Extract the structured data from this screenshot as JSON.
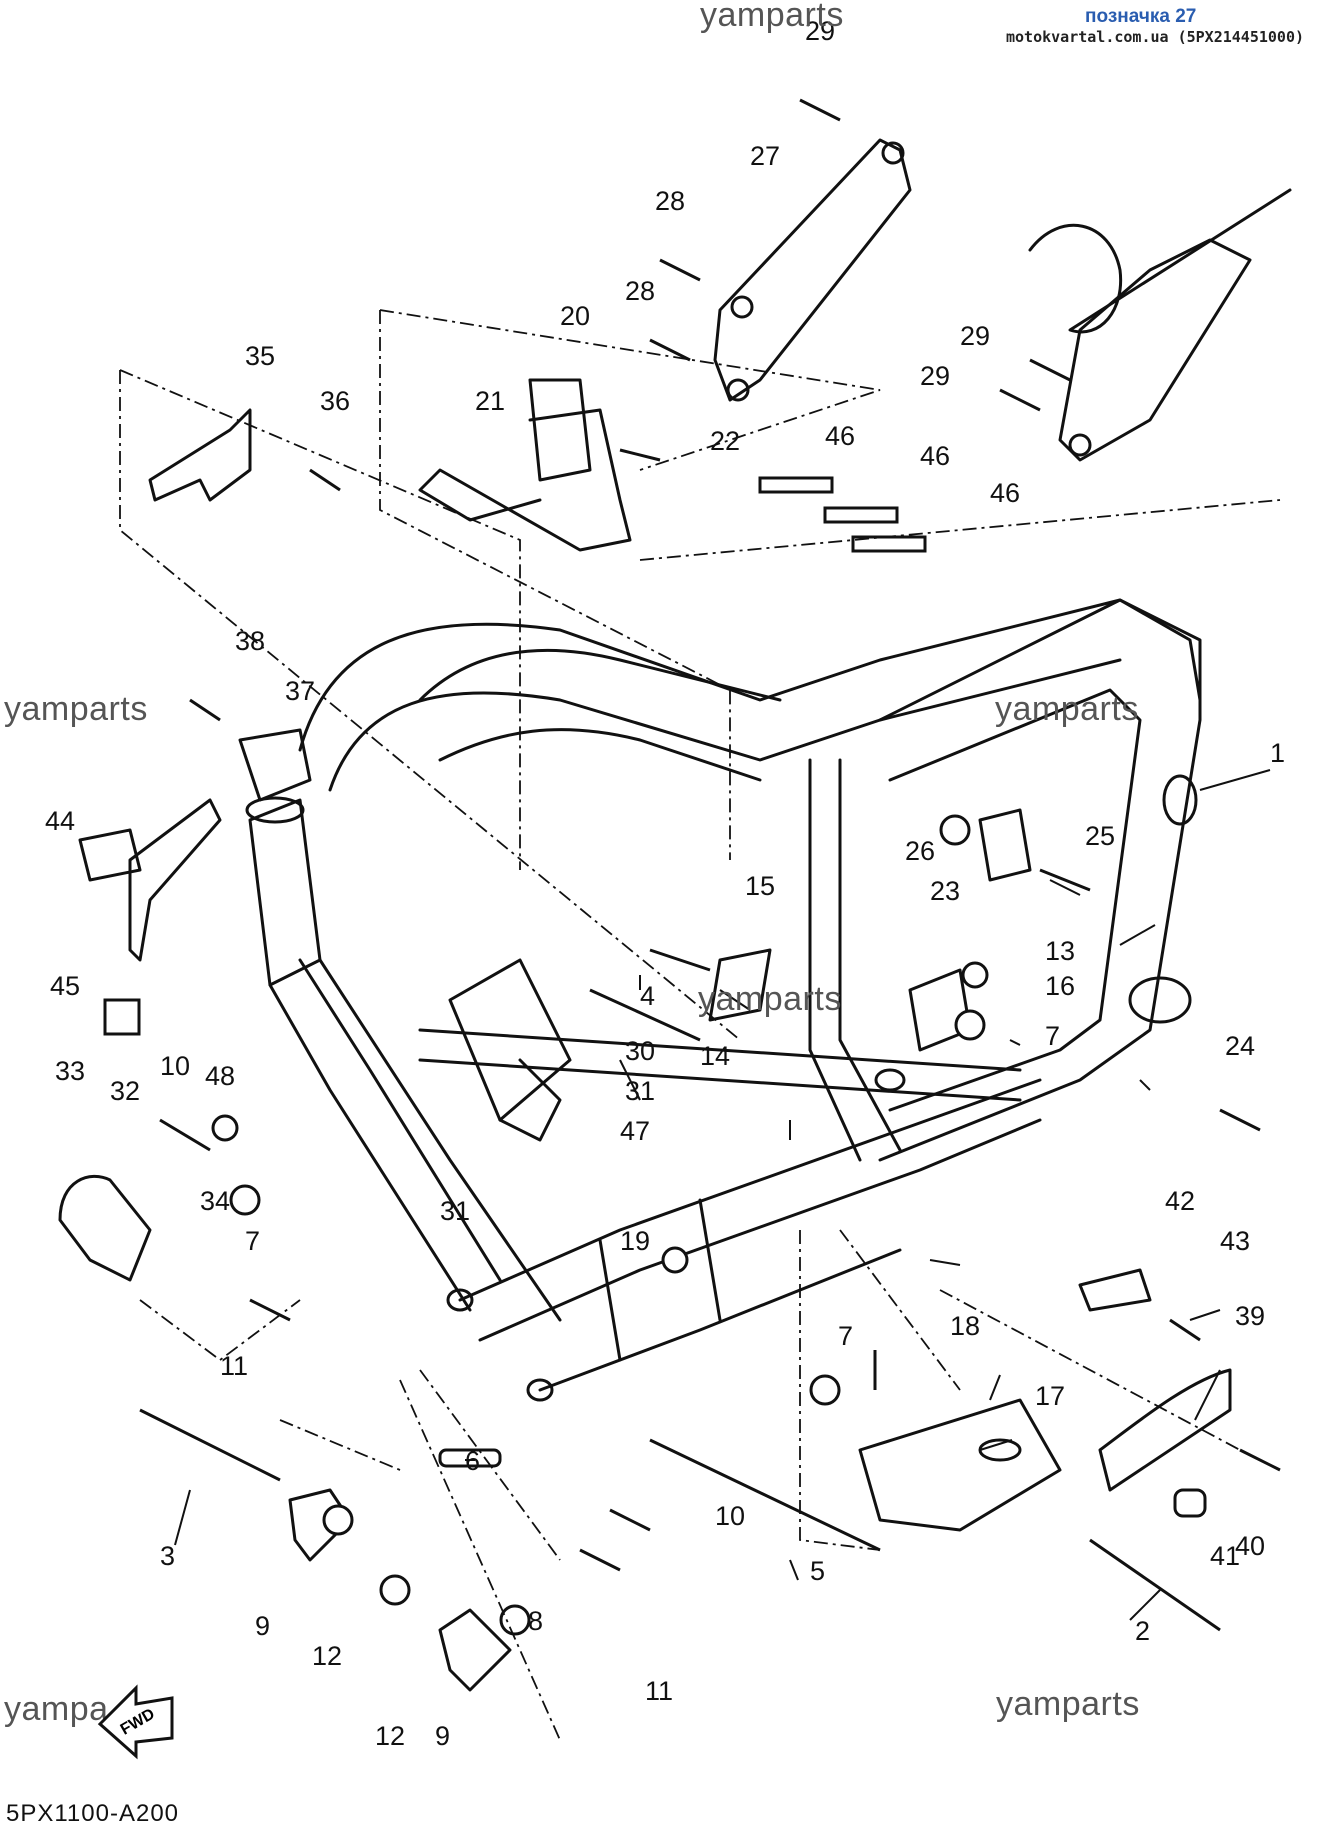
{
  "header": {
    "label": "позначка 27",
    "source": "motokvartal.com.ua (5PX214451000)"
  },
  "diagram_code": "5PX1100-A200",
  "watermarks": [
    "yamparts",
    "yamparts",
    "yamparts",
    "yamparts",
    "yamparts",
    "yampa"
  ],
  "fwd_label": "FWD",
  "callouts": [
    {
      "num": "1"
    },
    {
      "num": "2"
    },
    {
      "num": "3"
    },
    {
      "num": "4"
    },
    {
      "num": "5"
    },
    {
      "num": "6"
    },
    {
      "num": "7"
    },
    {
      "num": "7"
    },
    {
      "num": "7"
    },
    {
      "num": "8"
    },
    {
      "num": "9"
    },
    {
      "num": "9"
    },
    {
      "num": "10"
    },
    {
      "num": "10"
    },
    {
      "num": "11"
    },
    {
      "num": "11"
    },
    {
      "num": "12"
    },
    {
      "num": "12"
    },
    {
      "num": "13"
    },
    {
      "num": "14"
    },
    {
      "num": "15"
    },
    {
      "num": "16"
    },
    {
      "num": "17"
    },
    {
      "num": "18"
    },
    {
      "num": "19"
    },
    {
      "num": "20"
    },
    {
      "num": "21"
    },
    {
      "num": "22"
    },
    {
      "num": "23"
    },
    {
      "num": "24"
    },
    {
      "num": "25"
    },
    {
      "num": "26"
    },
    {
      "num": "27"
    },
    {
      "num": "28"
    },
    {
      "num": "28"
    },
    {
      "num": "29"
    },
    {
      "num": "29"
    },
    {
      "num": "29"
    },
    {
      "num": "30"
    },
    {
      "num": "31"
    },
    {
      "num": "31"
    },
    {
      "num": "32"
    },
    {
      "num": "33"
    },
    {
      "num": "34"
    },
    {
      "num": "35"
    },
    {
      "num": "36"
    },
    {
      "num": "37"
    },
    {
      "num": "38"
    },
    {
      "num": "39"
    },
    {
      "num": "40"
    },
    {
      "num": "41"
    },
    {
      "num": "42"
    },
    {
      "num": "43"
    },
    {
      "num": "44"
    },
    {
      "num": "45"
    },
    {
      "num": "46"
    },
    {
      "num": "46"
    },
    {
      "num": "46"
    },
    {
      "num": "47"
    },
    {
      "num": "48"
    }
  ]
}
